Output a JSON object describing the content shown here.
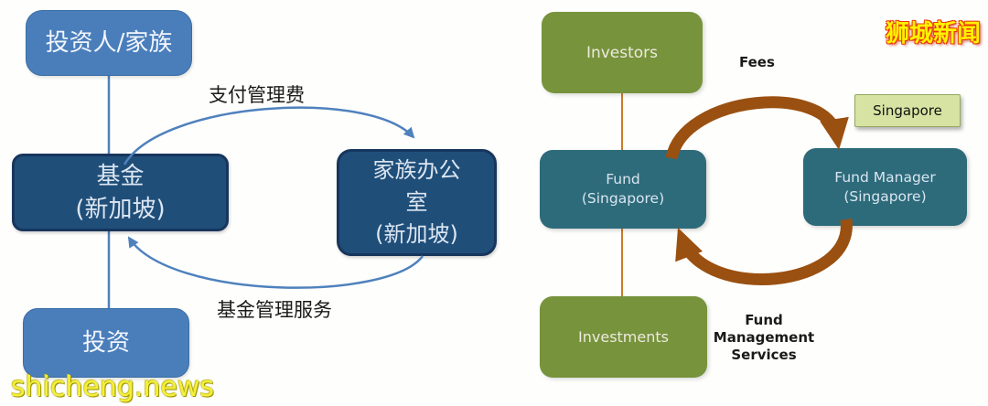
{
  "watermarks": {
    "top_right": "狮城新闻",
    "bottom_left": "shicheng.news"
  },
  "left_diagram": {
    "investors_family": "投资人/家族",
    "fund": {
      "lines": [
        "基金",
        "(新加坡)"
      ]
    },
    "family_office": {
      "lines": [
        "家族办公",
        "室",
        "(新加坡)"
      ]
    },
    "investment": "投资",
    "fee_label": "支付管理费",
    "service_label": "基金管理服务"
  },
  "right_diagram": {
    "investors": "Investors",
    "fund": {
      "lines": [
        "Fund",
        "(Singapore)"
      ]
    },
    "fund_manager": {
      "lines": [
        "Fund Manager",
        "(Singapore)"
      ]
    },
    "investments": "Investments",
    "singapore_tag": "Singapore",
    "fees_label": "Fees",
    "services_label": {
      "lines": [
        "Fund",
        "Management",
        "Services"
      ]
    }
  },
  "colors": {
    "light_blue": "#4A7EBB",
    "dark_blue": "#1F4E79",
    "dark_blue_border": "#17365D",
    "arrow_blue": "#4F81BD",
    "olive_green": "#77933C",
    "teal": "#2D6B7B",
    "light_green_tag": "#D6E3A2",
    "tag_border": "#94A860",
    "connector_orange": "#CC7A29",
    "arrow_brown": "#9A5011",
    "watermark_yellow": "#FFF200",
    "watermark_red": "#E8380D"
  }
}
